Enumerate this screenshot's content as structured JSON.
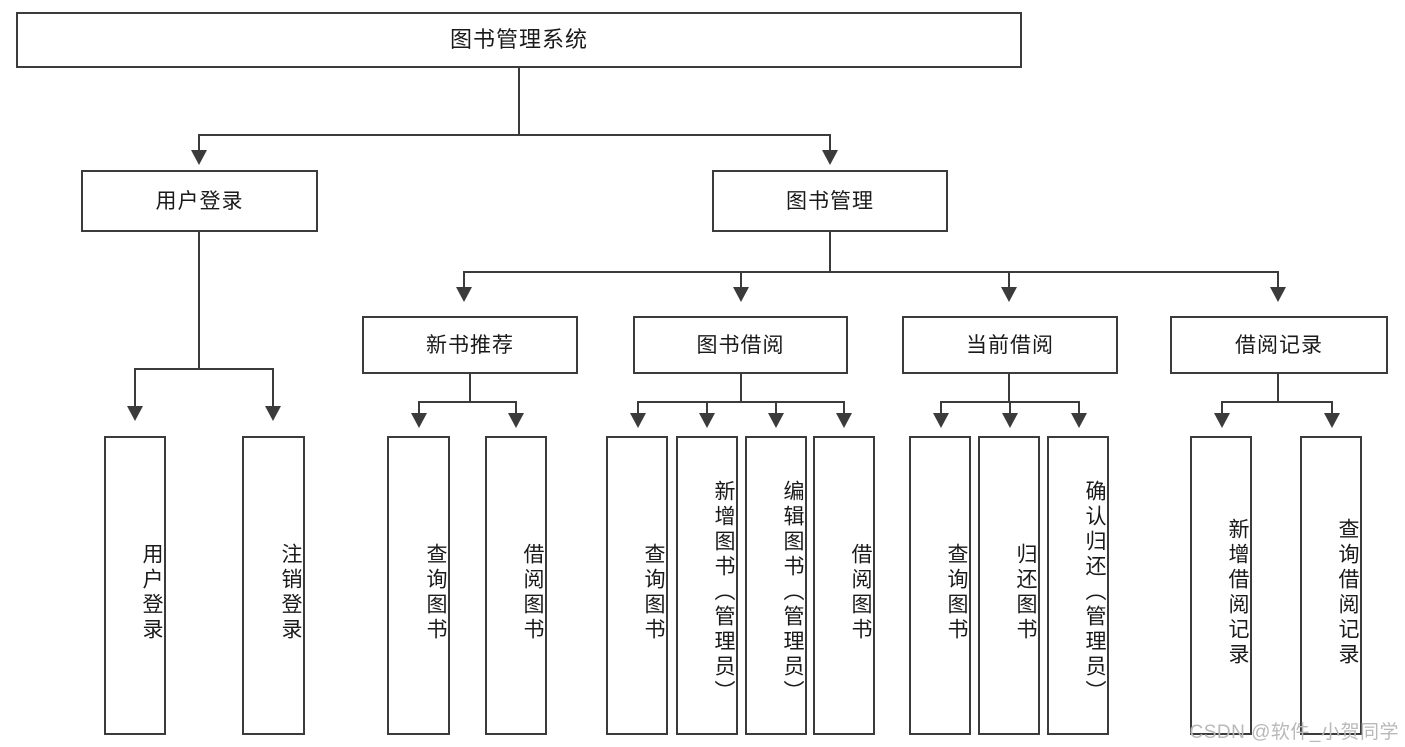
{
  "diagram": {
    "title": "图书管理系统",
    "type": "tree",
    "root": {
      "label": "图书管理系统"
    },
    "level2": [
      {
        "id": "user-login",
        "label": "用户登录"
      },
      {
        "id": "book-manage",
        "label": "图书管理"
      }
    ],
    "level3": [
      {
        "id": "new-book-rec",
        "label": "新书推荐",
        "parent": "book-manage"
      },
      {
        "id": "book-borrow",
        "label": "图书借阅",
        "parent": "book-manage"
      },
      {
        "id": "current-borrow",
        "label": "当前借阅",
        "parent": "book-manage"
      },
      {
        "id": "borrow-record",
        "label": "借阅记录",
        "parent": "book-manage"
      }
    ],
    "leaves": [
      {
        "id": "leaf-user-login",
        "label": "用户登录",
        "parent": "user-login"
      },
      {
        "id": "leaf-user-logout",
        "label": "注销登录",
        "parent": "user-login"
      },
      {
        "id": "leaf-query-book-1",
        "label": "查询图书",
        "parent": "new-book-rec"
      },
      {
        "id": "leaf-borrow-book-1",
        "label": "借阅图书",
        "parent": "new-book-rec"
      },
      {
        "id": "leaf-query-book-2",
        "label": "查询图书",
        "parent": "book-borrow"
      },
      {
        "id": "leaf-add-book",
        "label": "新增图书（管理员）",
        "parent": "book-borrow"
      },
      {
        "id": "leaf-edit-book",
        "label": "编辑图书（管理员）",
        "parent": "book-borrow"
      },
      {
        "id": "leaf-borrow-book-2",
        "label": "借阅图书",
        "parent": "book-borrow"
      },
      {
        "id": "leaf-query-book-3",
        "label": "查询图书",
        "parent": "current-borrow"
      },
      {
        "id": "leaf-return-book",
        "label": "归还图书",
        "parent": "current-borrow"
      },
      {
        "id": "leaf-confirm-return",
        "label": "确认归还（管理员）",
        "parent": "current-borrow"
      },
      {
        "id": "leaf-add-record",
        "label": "新增借阅记录",
        "parent": "borrow-record"
      },
      {
        "id": "leaf-query-record",
        "label": "查询借阅记录",
        "parent": "borrow-record"
      }
    ]
  },
  "watermark": {
    "text": "CSDN @软件_小贺同学"
  },
  "colors": {
    "stroke": "#3b3b3b",
    "text": "#1a1a1a",
    "background": "#ffffff",
    "watermark": "#b9b9b9"
  }
}
